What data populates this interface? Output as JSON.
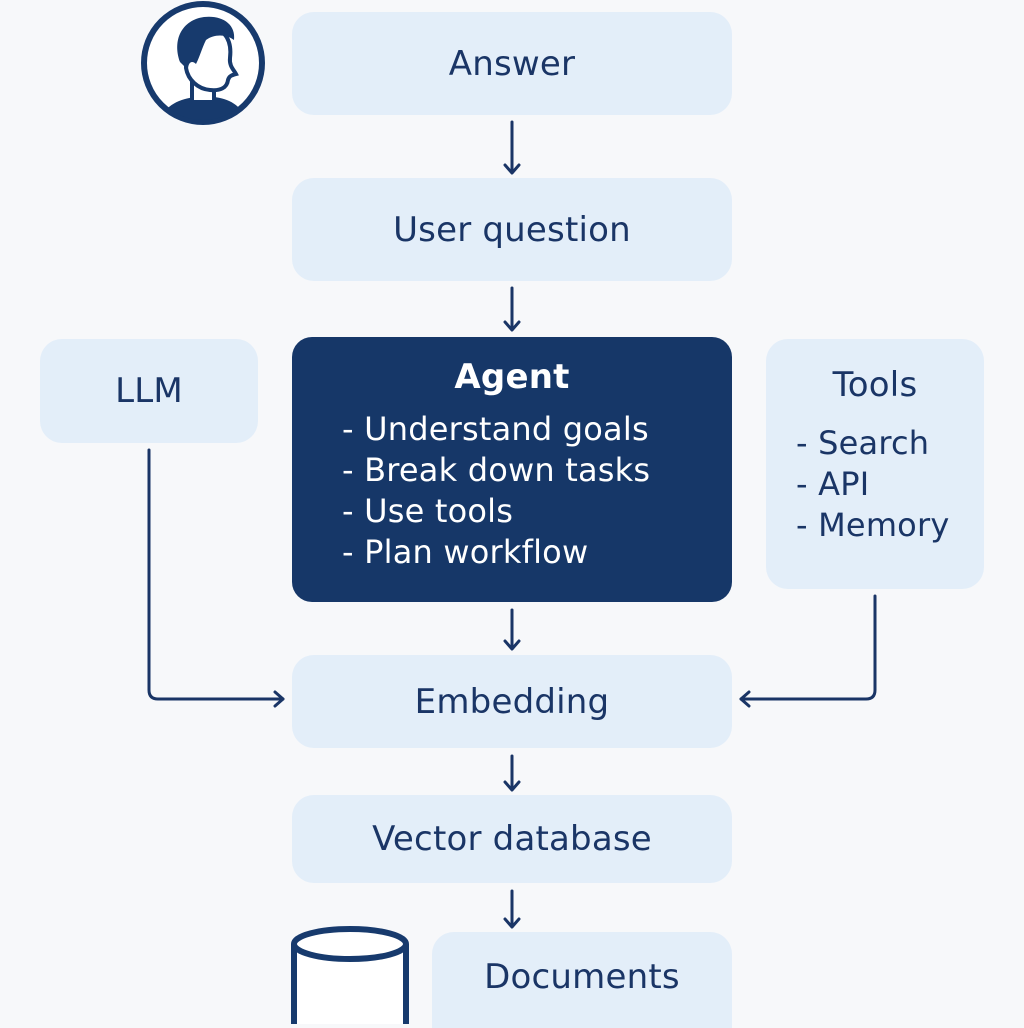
{
  "nodes": {
    "answer": "Answer",
    "user_question": "User question",
    "llm": "LLM",
    "agent": {
      "title": "Agent",
      "items": [
        "- Understand goals",
        "- Break down tasks",
        "- Use tools",
        "- Plan workflow"
      ]
    },
    "tools": {
      "title": "Tools",
      "items": [
        "- Search",
        "- API",
        "- Memory"
      ]
    },
    "embedding": "Embedding",
    "vector_database": "Vector database",
    "documents": "Documents"
  },
  "icons": {
    "user": "user-avatar-icon",
    "database": "database-cylinder-icon"
  },
  "colors": {
    "background": "#f7f8fa",
    "box_fill": "#e3eef9",
    "agent_fill": "#163768",
    "ink": "#1a3566"
  }
}
